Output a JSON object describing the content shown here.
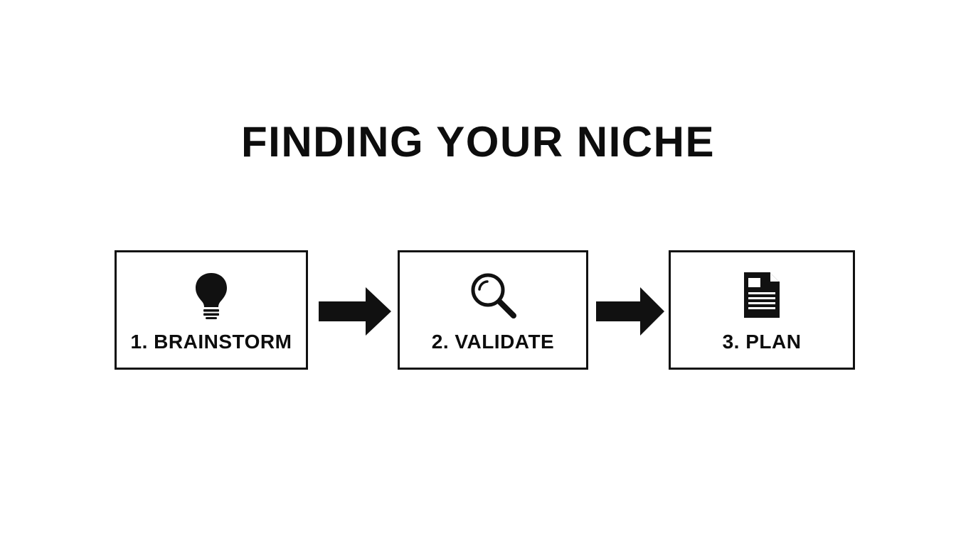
{
  "title": "FINDING YOUR NICHE",
  "steps": [
    {
      "label": "1. BRAINSTORM",
      "icon": "lightbulb-icon"
    },
    {
      "label": "2. VALIDATE",
      "icon": "magnifying-glass-icon"
    },
    {
      "label": "3. PLAN",
      "icon": "document-icon"
    }
  ],
  "colors": {
    "foreground": "#111111",
    "background": "#ffffff"
  }
}
